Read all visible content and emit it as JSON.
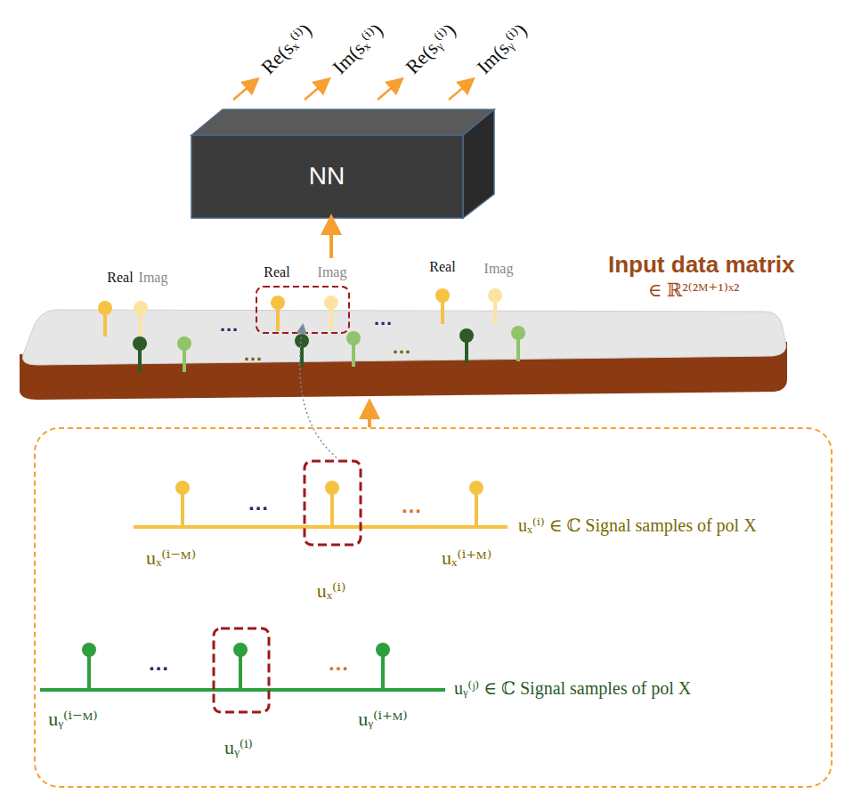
{
  "diagram": {
    "nodes": [
      {
        "text": [
          "NN"
        ]
      },
      {
        "text": [
          "Input data matrix",
          "∈ ℝ²⁽²ᴹ⁺¹⁾ˣ²"
        ]
      },
      {
        "text": [
          "uₓ⁽ⁱ⁾ ∈ ℂ Signal samples of pol X",
          "uᵧ⁽ʲ⁾ ∈ ℂ   Signal samples of pol X"
        ]
      }
    ],
    "edges": [
      {
        "from": 1,
        "to": 0,
        "arrow": "to"
      },
      {
        "from": 2,
        "to": 1,
        "arrow": "to"
      }
    ],
    "labels": [
      "Re(sₓ⁽ⁱ⁾)",
      "Im(sₓ⁽ⁱ⁾)",
      "Re(sᵧ⁽ⁱ⁾)",
      "Im(sᵧ⁽ⁱ⁾)",
      "Real",
      "Imag",
      "Real",
      "Imag",
      "Real",
      "Imag",
      "…",
      "…",
      "…",
      "…",
      "uₓ⁽ⁱ⁻ᴹ⁾",
      "…",
      "uₓ⁽ⁱ⁾",
      "…",
      "uₓ⁽ⁱ⁺ᴹ⁾",
      "uᵧ⁽ⁱ⁻ᴹ⁾",
      "…",
      "uᵧ⁽ⁱ⁾",
      "…",
      "uᵧ⁽ⁱ⁺ᴹ⁾"
    ]
  }
}
